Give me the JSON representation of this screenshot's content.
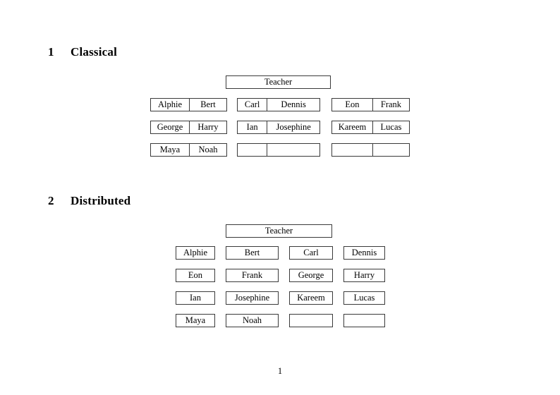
{
  "document": {
    "page_number": "1",
    "background_color": "#ffffff",
    "border_color": "#3a3a3a"
  },
  "sections": [
    {
      "number": "1",
      "title": "Classical",
      "teacher": {
        "label": "Teacher"
      },
      "groups": [
        {
          "name": "group-a",
          "rows": [
            {
              "left": "Alphie",
              "right": "Bert"
            },
            {
              "left": "George",
              "right": "Harry"
            },
            {
              "left": "Maya",
              "right": "Noah"
            }
          ]
        },
        {
          "name": "group-b",
          "rows": [
            {
              "left": "Carl",
              "right": "Dennis"
            },
            {
              "left": "Ian",
              "right": "Josephine"
            },
            {
              "left": "",
              "right": ""
            }
          ]
        },
        {
          "name": "group-c",
          "rows": [
            {
              "left": "Eon",
              "right": "Frank"
            },
            {
              "left": "Kareem",
              "right": "Lucas"
            },
            {
              "left": "",
              "right": ""
            }
          ]
        }
      ]
    },
    {
      "number": "2",
      "title": "Distributed",
      "teacher": {
        "label": "Teacher"
      },
      "grid": [
        [
          "Alphie",
          "Bert",
          "Carl",
          "Dennis"
        ],
        [
          "Eon",
          "Frank",
          "George",
          "Harry"
        ],
        [
          "Ian",
          "Josephine",
          "Kareem",
          "Lucas"
        ],
        [
          "Maya",
          "Noah",
          "",
          ""
        ]
      ]
    }
  ]
}
